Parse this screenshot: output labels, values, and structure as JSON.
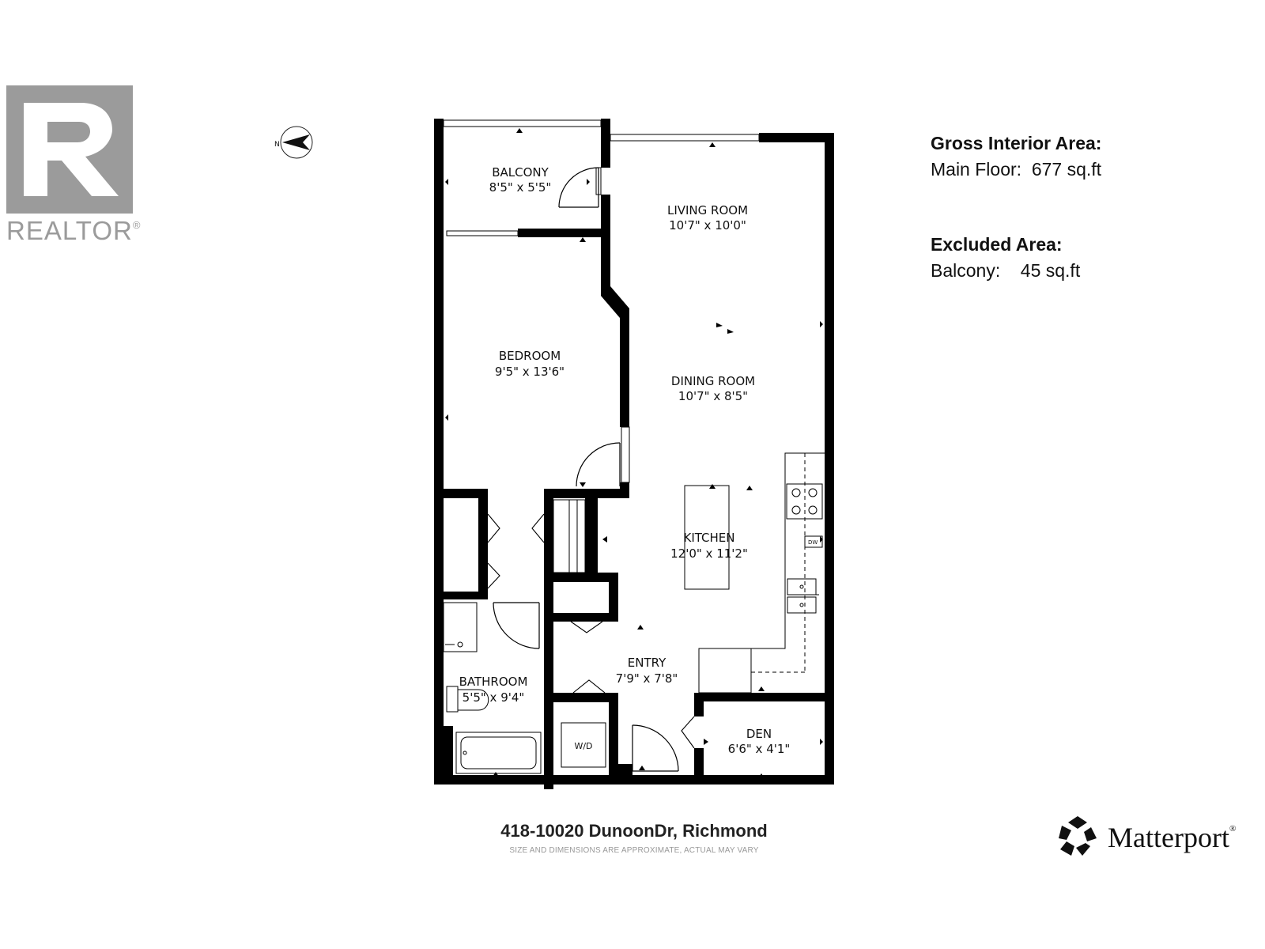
{
  "brand": {
    "realtor_text": "REALTOR",
    "realtor_mark": "®",
    "matterport_text": "Matterport",
    "matterport_mark": "®",
    "compass_letter": "N",
    "icons": [
      "realtor-logo-icon",
      "north-compass-icon",
      "matterport-logo-icon"
    ]
  },
  "area_info": {
    "gross_heading": "Gross Interior Area:",
    "main_floor": "Main Floor:  677 sq.ft",
    "excluded_heading": "Excluded Area:",
    "balcony": "Balcony:    45 sq.ft"
  },
  "rooms": {
    "balcony": {
      "name": "BALCONY",
      "dims": "8'5\" x 5'5\""
    },
    "living": {
      "name": "LIVING ROOM",
      "dims": "10'7\" x 10'0\""
    },
    "bedroom": {
      "name": "BEDROOM",
      "dims": "9'5\" x 13'6\""
    },
    "dining": {
      "name": "DINING ROOM",
      "dims": "10'7\" x  8'5\""
    },
    "kitchen": {
      "name": "KITCHEN",
      "dims": "12'0\" x 11'2\""
    },
    "entry": {
      "name": "ENTRY",
      "dims": "7'9\" x 7'8\""
    },
    "bathroom": {
      "name": "BATHROOM",
      "dims": "5'5\" x 9'4\""
    },
    "den": {
      "name": "DEN",
      "dims": "6'6\" x 4'1\""
    }
  },
  "fixtures": {
    "wd": "W/D",
    "dw": "DW"
  },
  "footer": {
    "address": "418-10020 DunoonDr, Richmond",
    "disclaimer": "SIZE AND DIMENSIONS ARE APPROXIMATE, ACTUAL MAY VARY"
  },
  "colors": {
    "wall": "#000000",
    "realtor_gray": "#9b9b9b",
    "background": "#ffffff"
  }
}
